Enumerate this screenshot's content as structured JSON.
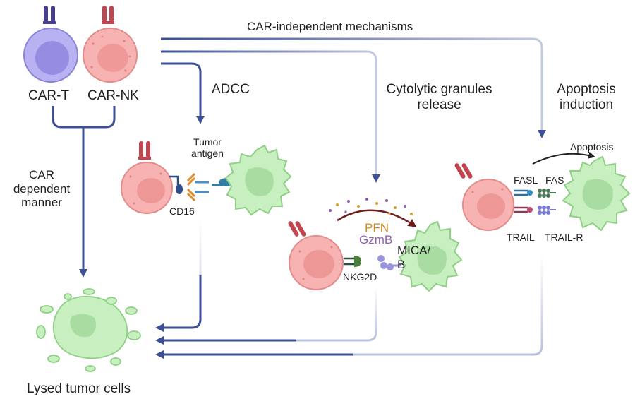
{
  "labels": {
    "car_t": "CAR-T",
    "car_nk": "CAR-NK",
    "car_independent": "CAR-independent mechanisms",
    "car_dependent": "CAR\ndependent\nmanner",
    "adcc": "ADCC",
    "cytolytic": "Cytolytic granules\nrelease",
    "apoptosis_induction": "Apoptosis\ninduction",
    "tumor_antigen": "Tumor\nantigen",
    "cd16": "CD16",
    "pfn": "PFN",
    "gzmb": "GzmB",
    "mica_b": "MICA/\nB",
    "nkg2d": "NKG2D",
    "apoptosis": "Apoptosis",
    "fasl": "FASL",
    "fas": "FAS",
    "trail": "TRAIL",
    "trail_r": "TRAIL-R",
    "lysed": "Lysed tumor cells"
  },
  "colors": {
    "arrow_dark": "#3d4f95",
    "arrow_light": "#b9c2dd",
    "car_t_cell": "#b4aff0",
    "car_nk_cell": "#f4a9a9",
    "tumor_cell": "#c8efbf",
    "car_receptor": "#c0454f"
  }
}
